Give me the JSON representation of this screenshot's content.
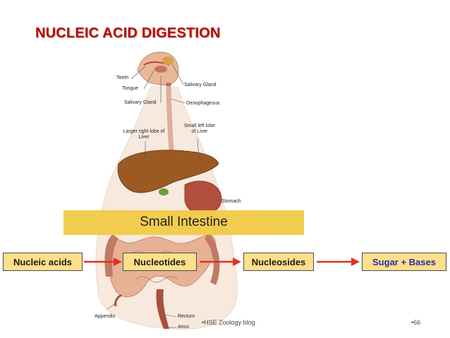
{
  "title": "NUCLEIC ACID DIGESTION",
  "anatomy_labels": {
    "teeth": "Teeth",
    "tongue": "Tongue",
    "salivary_gland_left": "Salivary Gland",
    "salivary_gland_right": "Salivary Gland",
    "oesophageous": "Oesophageous",
    "larger_right_lobe": "Larger right lobe of Liver",
    "small_left_lobe": "Small left lobe of Liver",
    "stomach": "Stomach",
    "appendix": "Appendix",
    "rectum": "Rectum",
    "anus": "Anus"
  },
  "highlight": "Small Intestine",
  "flow": [
    "Nucleic acids",
    "Nucleotides",
    "Nucleosides",
    "Sugar + Bases"
  ],
  "colors": {
    "title": "#c00000",
    "band": "#f2cc4a",
    "box": "#ffe08a",
    "final_text": "#2a2ab0",
    "arrow": "#e03020"
  },
  "footer": {
    "source": "•HSE Zoology blog",
    "page": "•66"
  }
}
